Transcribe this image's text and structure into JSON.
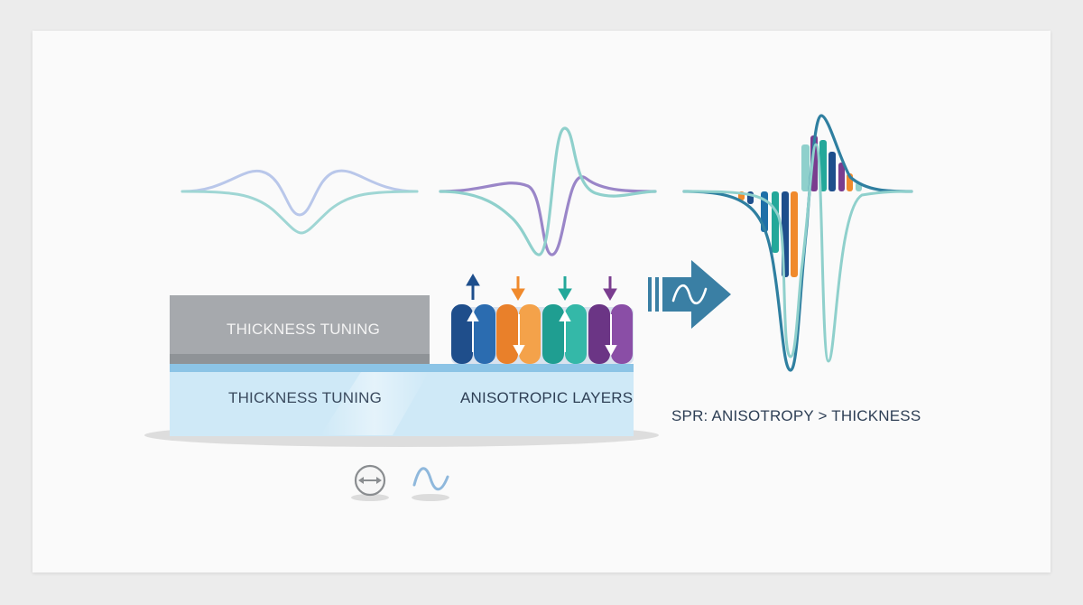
{
  "labels": {
    "thickness_top": "THICKNESS TUNING",
    "thickness_bottom": "THICKNESS TUNING",
    "anisotropic": "ANISOTROPIC LAYERS",
    "conclusion": "SPR: ANISOTROPY > THICKNESS"
  },
  "colors": {
    "navy": "#1e4f8c",
    "orange": "#f08a2c",
    "teal": "#23a89a",
    "purple": "#7a3d8f",
    "light_teal": "#8fd0cc",
    "lavender": "#8a7dbe",
    "steel_blue": "#2f7fa0",
    "gray_block": "#a6a9ad",
    "substrate": "#cde8f6"
  },
  "icons": [
    "double-arrow-icon",
    "sine-wave-icon",
    "signal-arrow-icon"
  ],
  "layers": [
    {
      "color": "navy",
      "arrow": "up"
    },
    {
      "color": "orange",
      "arrow": "down"
    },
    {
      "color": "teal",
      "arrow": "up"
    },
    {
      "color": "purple",
      "arrow": "down"
    }
  ]
}
